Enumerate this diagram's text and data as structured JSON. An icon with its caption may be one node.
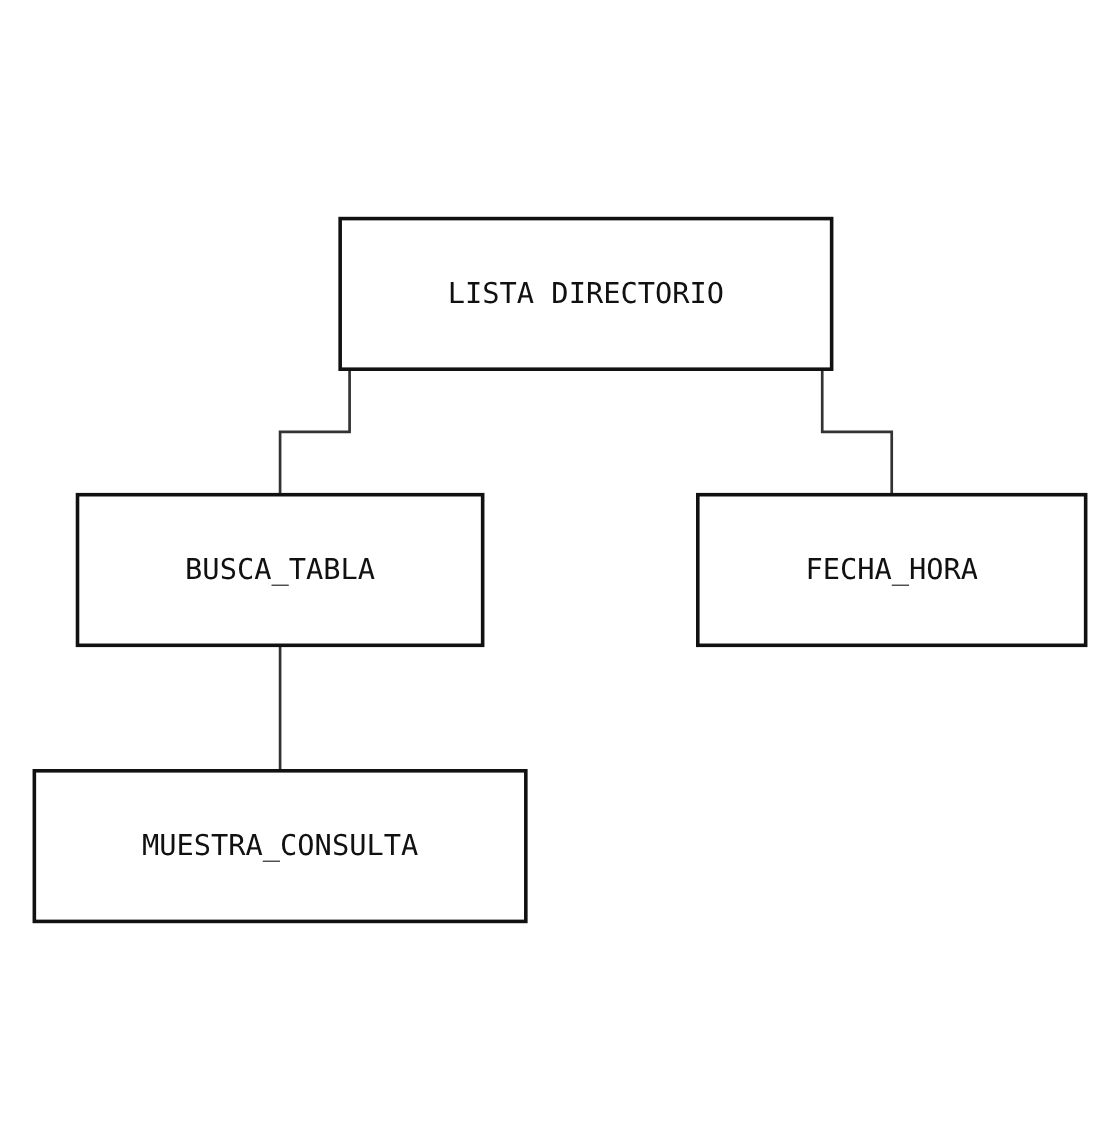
{
  "diagram": {
    "nodes": [
      {
        "text": [
          "LISTA DIRECTORIO"
        ]
      },
      {
        "text": [
          "BUSCA_TABLA"
        ]
      },
      {
        "text": [
          "FECHA_HORA"
        ]
      },
      {
        "text": [
          "MUESTRA_CONSULTA"
        ]
      }
    ],
    "edges": [
      {
        "from": 0,
        "to": 1,
        "arrow": "none"
      },
      {
        "from": 0,
        "to": 2,
        "arrow": "none"
      },
      {
        "from": 1,
        "to": 3,
        "arrow": "none"
      }
    ]
  }
}
